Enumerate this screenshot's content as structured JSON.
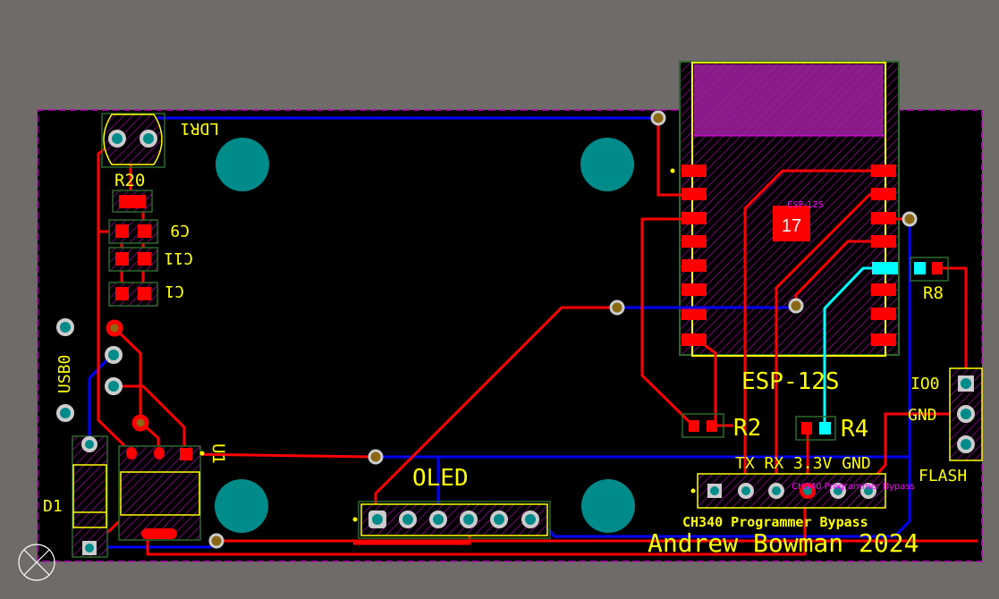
{
  "colors": {
    "background": "#6f6b69",
    "board": "#000000",
    "top_copper": "#ff0000",
    "bottom_copper": "#0000ff",
    "highlight": "#00ffff",
    "silkscreen": "#ffff00",
    "mechanical": "#ff00ff",
    "hole": "#008b8b"
  },
  "labels": {
    "ldr1": "LDR1",
    "r20": "R20",
    "c9": "C9",
    "c11": "C11",
    "c1": "C1",
    "usb0": "USB0",
    "d1": "D1",
    "u1": "U1",
    "oled": "OLED",
    "esp": "ESP-12S",
    "esp_small": "ESP-12S",
    "r2": "R2",
    "r4": "R4",
    "r8": "R8",
    "io0": "IO0",
    "gnd_flash": "GND",
    "flash": "FLASH",
    "header_pins": "TX RX 3.3V GND",
    "ch340": "CH340 Programmer Bypass",
    "ch340_small": "CH340 Programmer Bypass",
    "author": "Andrew Bowman 2024",
    "designator_badge": "17"
  }
}
